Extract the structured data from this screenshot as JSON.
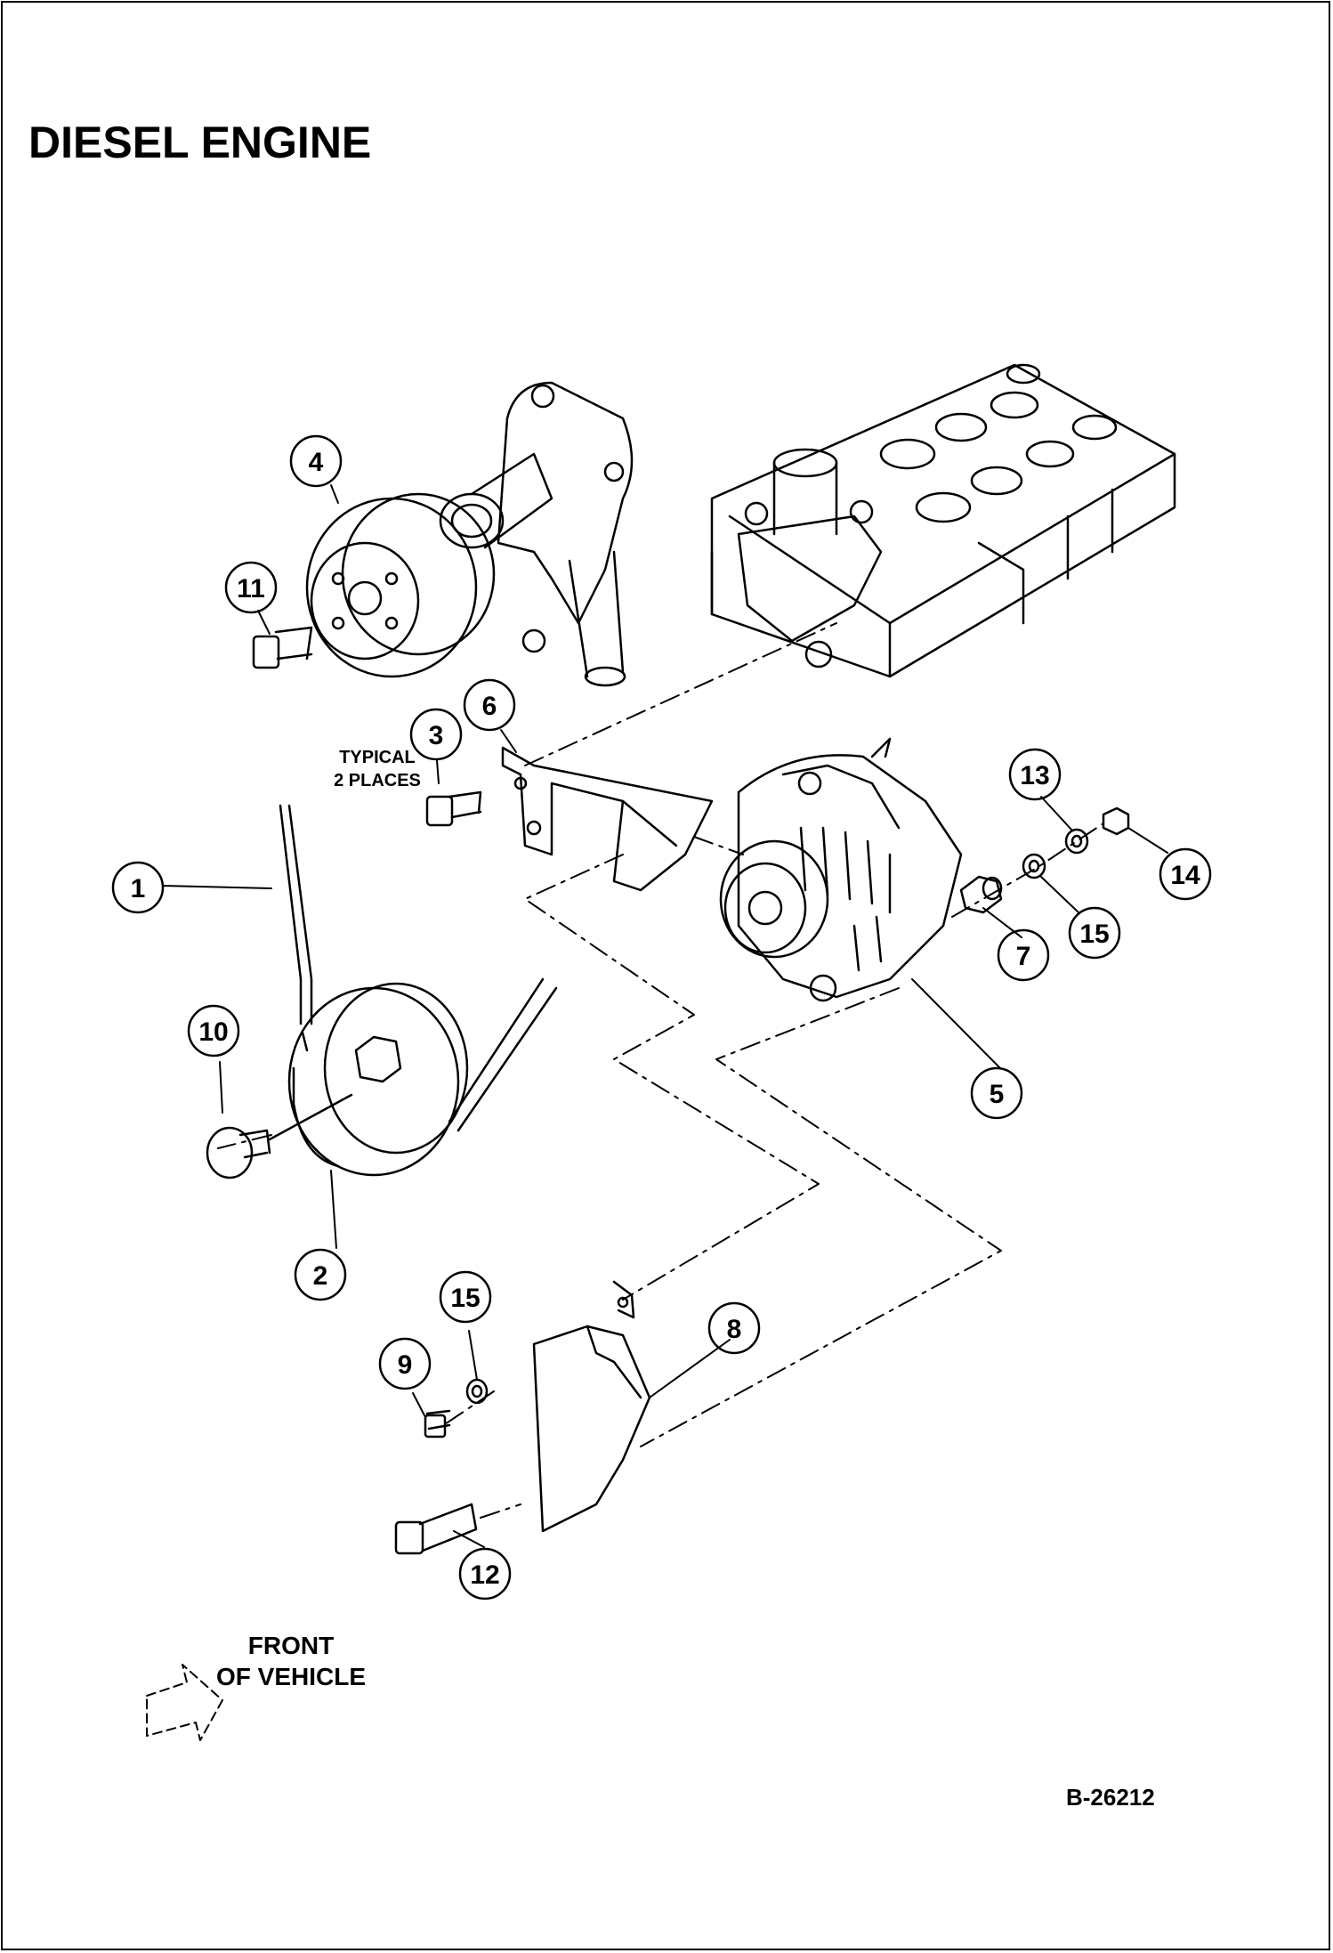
{
  "title": "DIESEL ENGINE",
  "figure_id": "B-26212",
  "notes": {
    "typical_line1": "TYPICAL",
    "typical_line2": "2 PLACES",
    "front_line1": "FRONT",
    "front_line2": "OF VEHICLE"
  },
  "callouts": {
    "c1": "1",
    "c2": "2",
    "c3": "3",
    "c4": "4",
    "c5": "5",
    "c6": "6",
    "c7": "7",
    "c8": "8",
    "c9": "9",
    "c10": "10",
    "c11": "11",
    "c12": "12",
    "c13": "13",
    "c14": "14",
    "c15a": "15",
    "c15b": "15"
  },
  "colors": {
    "ink": "#000000",
    "paper": "#ffffff"
  }
}
